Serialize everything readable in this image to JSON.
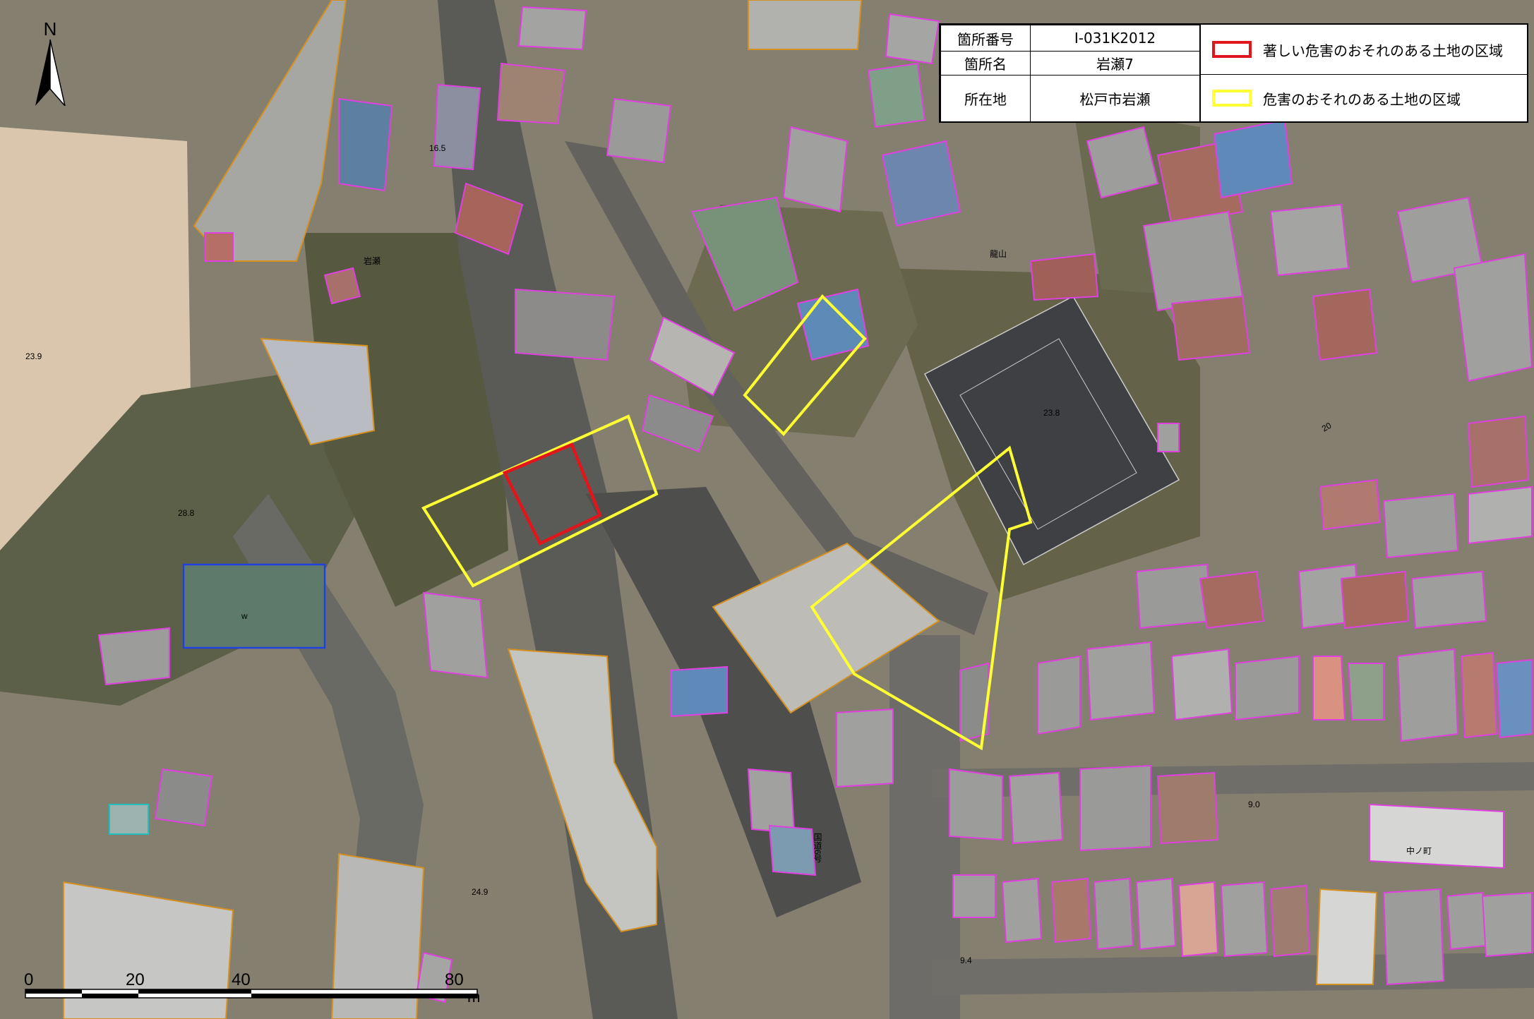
{
  "legend": {
    "rows": [
      {
        "key": "箇所番号",
        "value": "Ⅰ-031K2012"
      },
      {
        "key": "箇所名",
        "value": "岩瀬7"
      },
      {
        "key": "所在地",
        "value": "松戸市岩瀬"
      }
    ],
    "items": [
      {
        "color": "#e0161b",
        "label": "著しい危害のおそれのある土地の区域"
      },
      {
        "color": "#ffff33",
        "label": "危害のおそれのある土地の区域"
      }
    ]
  },
  "north": {
    "label": "N"
  },
  "scale": {
    "ticks": [
      "0",
      "20",
      "40",
      "80"
    ],
    "unit": "m"
  },
  "map_labels": {
    "elev_16_5": "16.5",
    "iwase": "岩瀬",
    "tatsuyama": "龍山",
    "elev_23_9": "23.9",
    "elev_23_8": "23.8",
    "road_20": "20",
    "elev_28_8": "28.8",
    "pond_w": "w",
    "elev_24_9": "24.9",
    "elev_9_0": "9.0",
    "nakanocho": "中ノ町",
    "elev_9_4": "9.4",
    "route": "国道6号"
  },
  "colors": {
    "danger_severe": "#e0161b",
    "danger": "#ffff33",
    "building_outline": "#e040e0",
    "large_building_outline": "#d49020",
    "pond_outline": "#2040e0"
  }
}
